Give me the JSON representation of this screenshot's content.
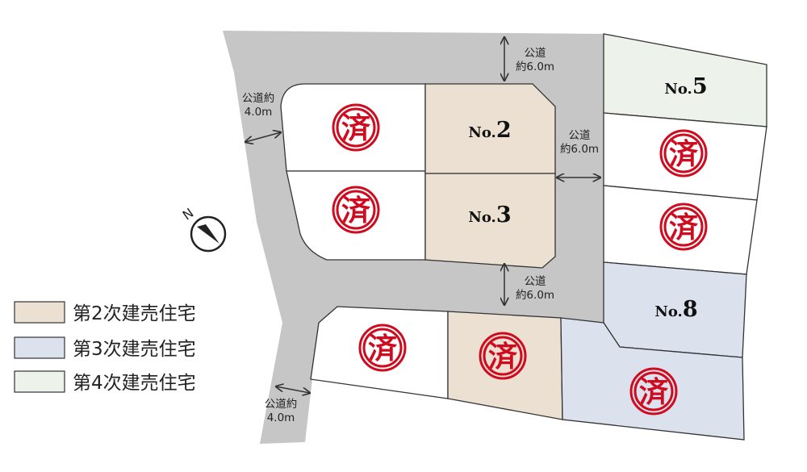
{
  "colors": {
    "road": "#c6c6c6",
    "phase2": "#ebe0d1",
    "phase3": "#dbe2ee",
    "phase4": "#edf2ea",
    "sold_seal": "#cf0b1f",
    "lot_default": "#ffffff"
  },
  "lots": [
    {
      "id": "A",
      "fill": "lot_default",
      "sold": true
    },
    {
      "id": "B",
      "fill": "lot_default",
      "sold": true
    },
    {
      "id": "no2",
      "fill": "phase2",
      "sold": false,
      "prefix": "No.",
      "number": "2"
    },
    {
      "id": "no3",
      "fill": "phase2",
      "sold": false,
      "prefix": "No.",
      "number": "3"
    },
    {
      "id": "no5",
      "fill": "phase4",
      "sold": false,
      "prefix": "No.",
      "number": "5"
    },
    {
      "id": "r2",
      "fill": "lot_default",
      "sold": true
    },
    {
      "id": "r3",
      "fill": "lot_default",
      "sold": true
    },
    {
      "id": "no8",
      "fill": "phase3",
      "sold": false,
      "prefix": "No.",
      "number": "8"
    },
    {
      "id": "bl1",
      "fill": "lot_default",
      "sold": true
    },
    {
      "id": "bl2",
      "fill": "phase2",
      "sold": true
    },
    {
      "id": "bl3",
      "fill": "phase3",
      "sold": true
    }
  ],
  "sold_mark": "済",
  "roads": [
    {
      "id": "top",
      "lines": [
        "公道",
        "約6.0m"
      ]
    },
    {
      "id": "mid",
      "lines": [
        "公道",
        "約6.0m"
      ]
    },
    {
      "id": "bottom",
      "lines": [
        "公道",
        "約6.0m"
      ]
    },
    {
      "id": "left-top",
      "lines": [
        "公道約",
        "4.0m"
      ]
    },
    {
      "id": "left-bottom",
      "lines": [
        "公道約",
        "4.0m"
      ]
    }
  ],
  "compass": {
    "letter": "N"
  },
  "legend": [
    {
      "label": "第2次建売住宅",
      "fill": "phase2"
    },
    {
      "label": "第3次建売住宅",
      "fill": "phase3"
    },
    {
      "label": "第4次建売住宅",
      "fill": "phase4"
    }
  ]
}
